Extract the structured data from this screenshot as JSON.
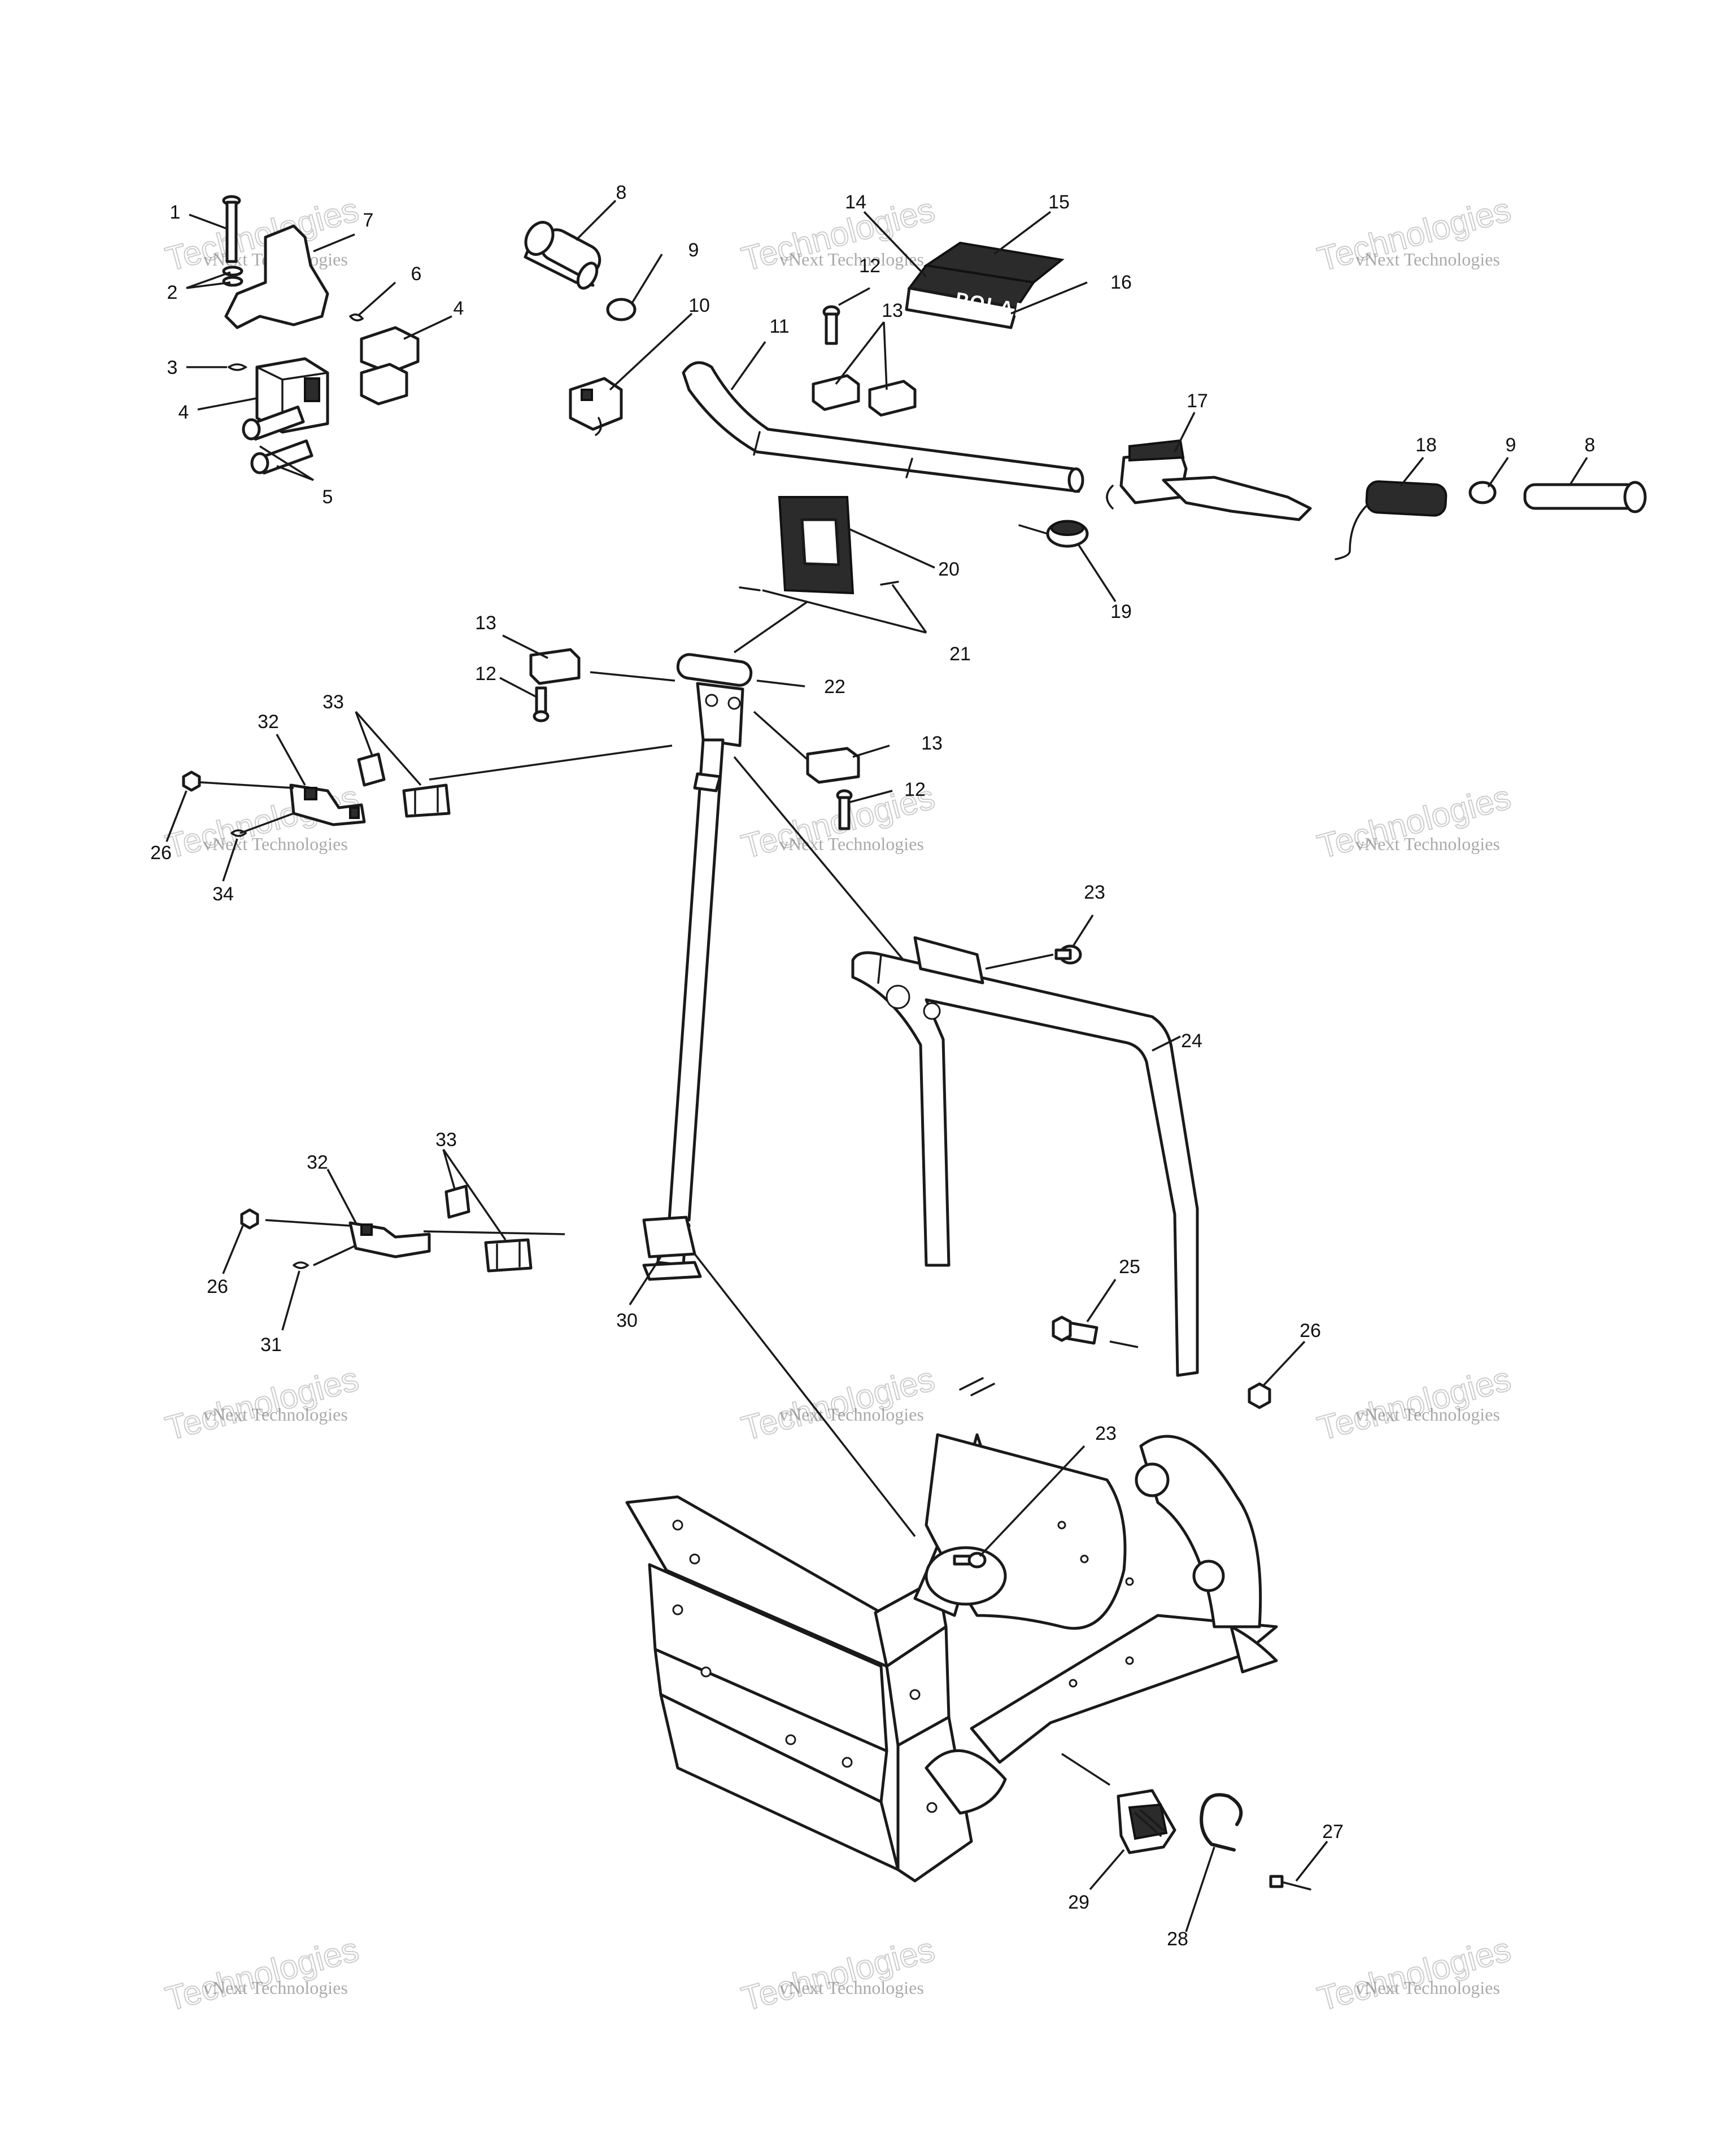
{
  "diagram": {
    "callouts": [
      "1",
      "2",
      "3",
      "4",
      "4",
      "5",
      "6",
      "7",
      "8",
      "9",
      "10",
      "11",
      "12",
      "13",
      "14",
      "15",
      "16",
      "17",
      "18",
      "9",
      "8",
      "19",
      "20",
      "21",
      "13",
      "12",
      "22",
      "13",
      "12",
      "32",
      "33",
      "26",
      "34",
      "23",
      "24",
      "33",
      "32",
      "26",
      "31",
      "30",
      "25",
      "26",
      "23",
      "27",
      "29",
      "28"
    ]
  },
  "watermark": {
    "line1": "vNext Technologies",
    "line2": "Technologies"
  },
  "pad_logo": "POLARIS"
}
